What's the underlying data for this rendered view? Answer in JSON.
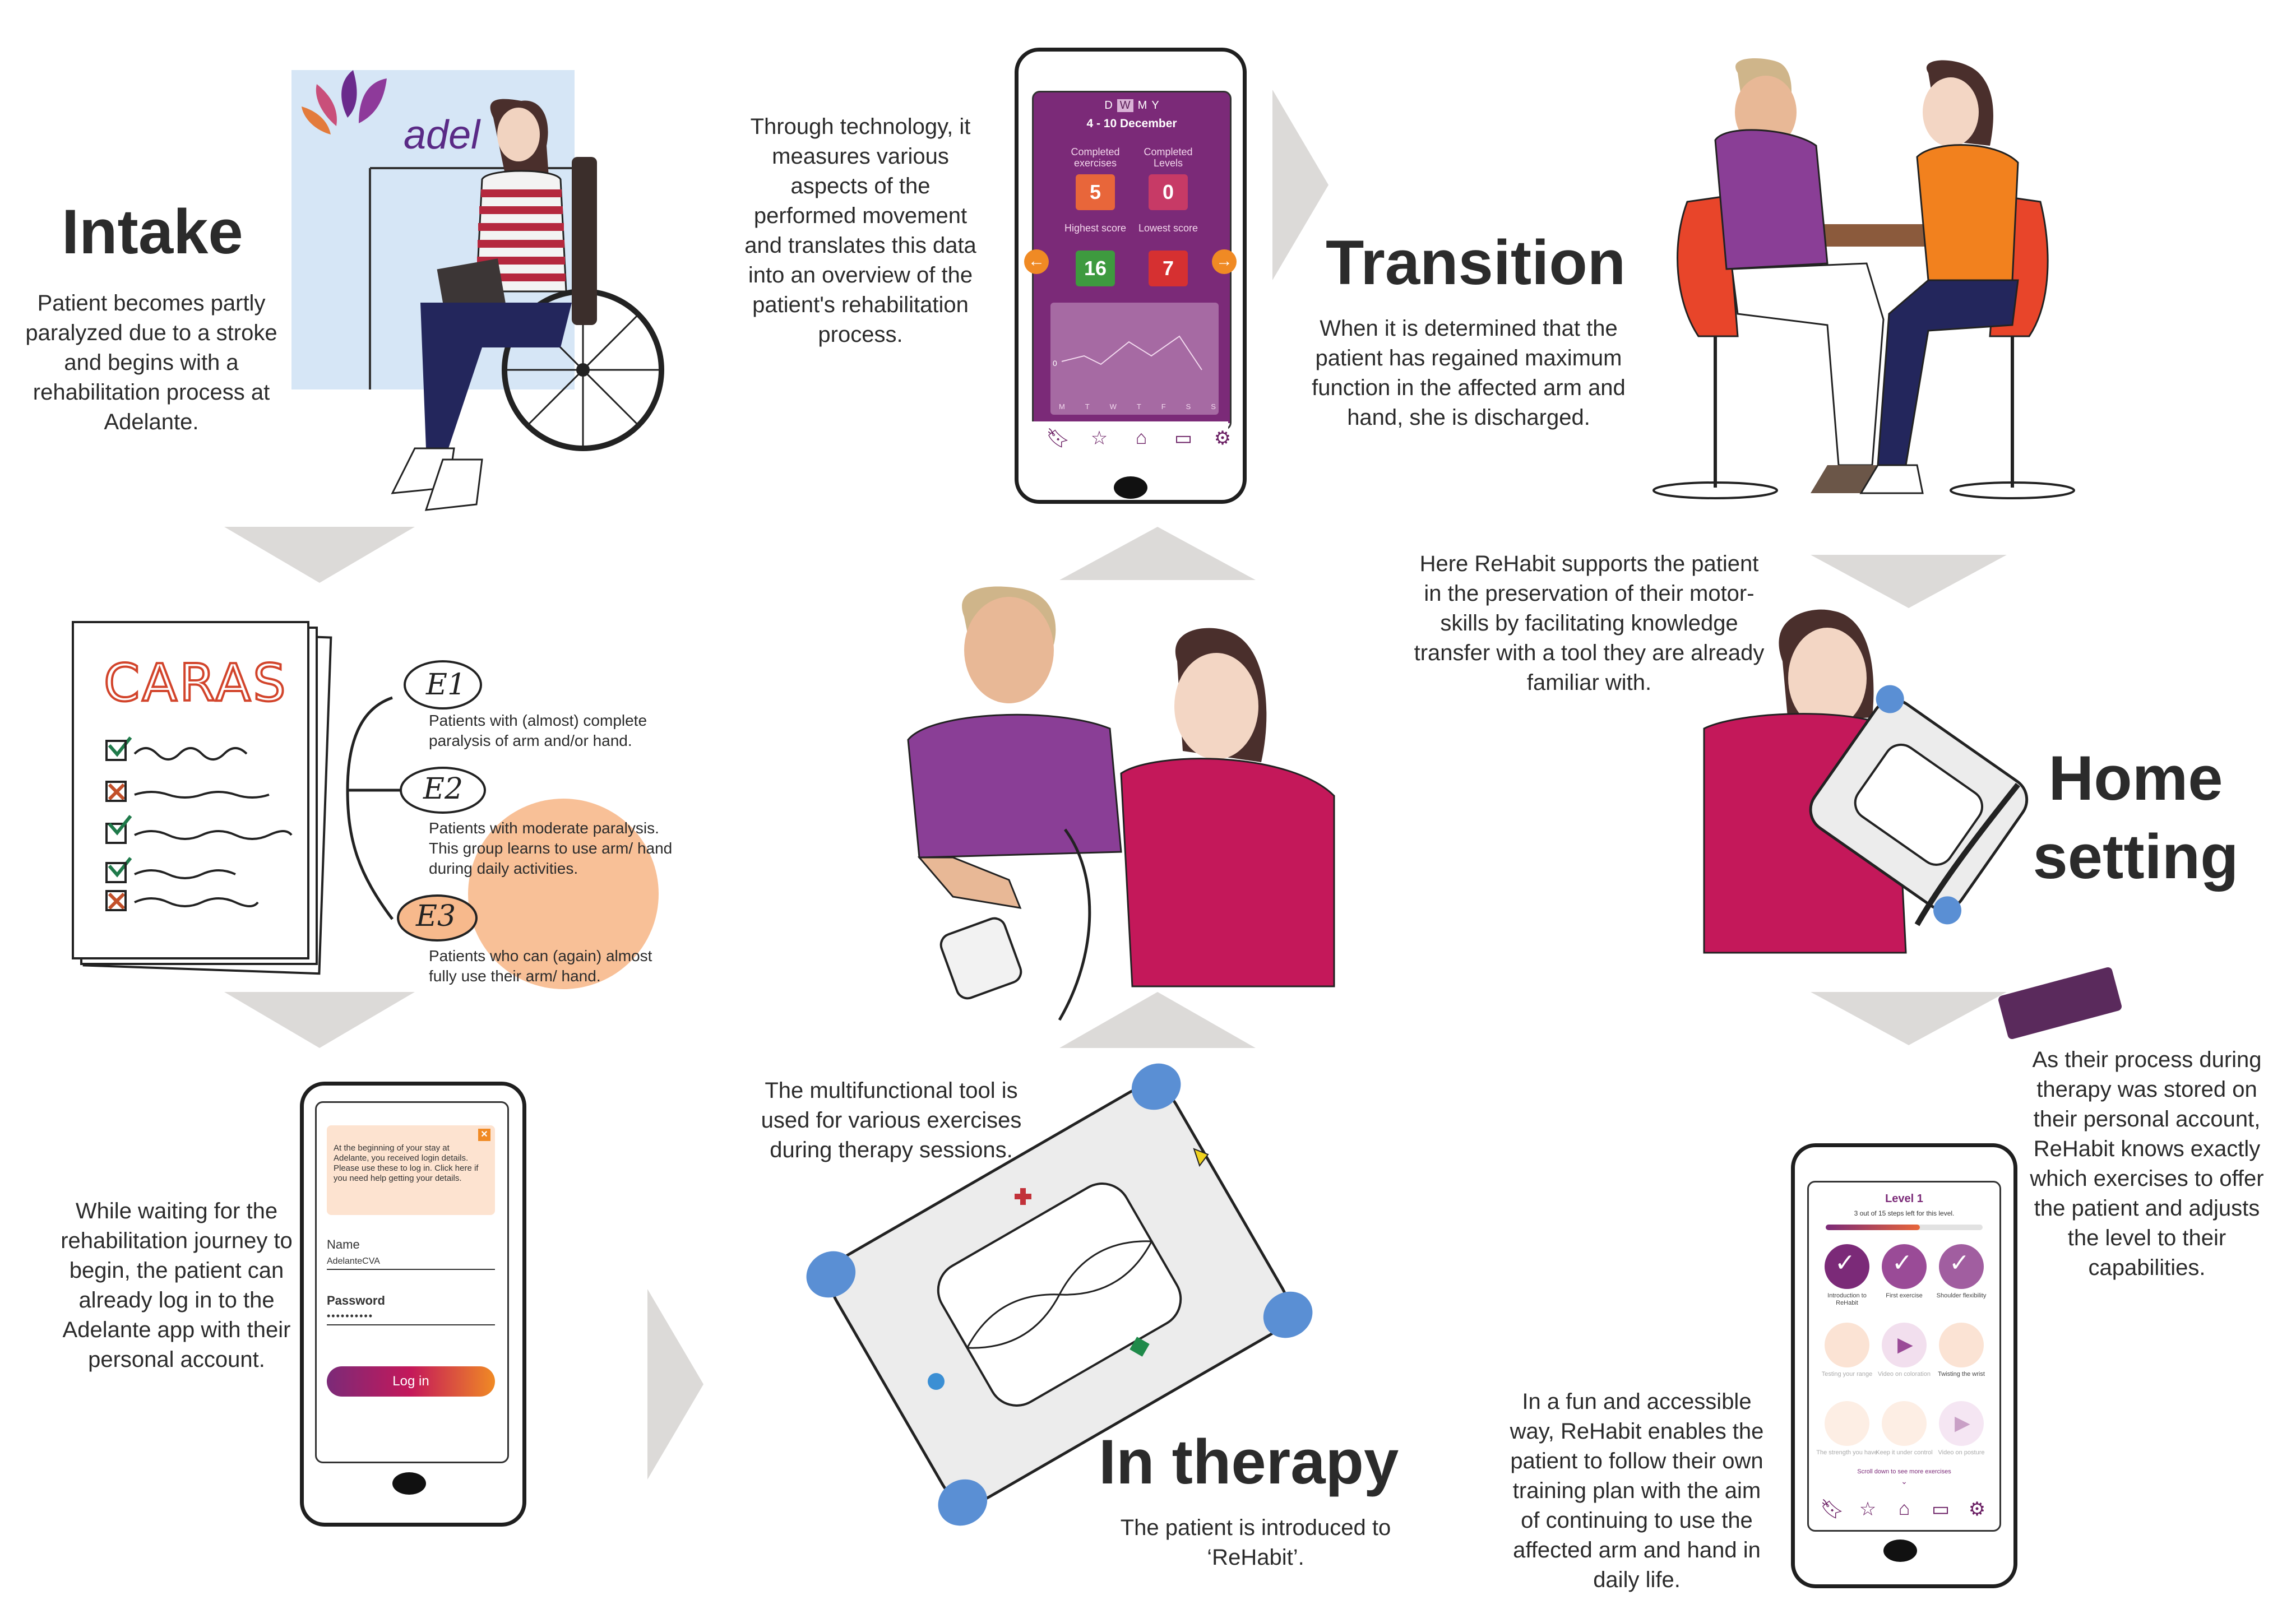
{
  "sections": {
    "intake": {
      "title": "Intake",
      "text": "Patient becomes partly paralyzed due to a stroke and begins with a rehabilitation process at Adelante.",
      "sign": "adel"
    },
    "caras": {
      "title": "CARAS",
      "groups": [
        {
          "label": "E1",
          "text": "Patients with (almost) complete paralysis of arm and/or hand."
        },
        {
          "label": "E2",
          "text": "Patients with moderate paralysis. This group learns to use arm/ hand during daily activities."
        },
        {
          "label": "E3",
          "text": "Patients who can (again) almost fully use their arm/ hand."
        }
      ]
    },
    "login": {
      "text": "While waiting for the rehabilitation journey to begin, the patient can already log in to the Adelante app with their personal account.",
      "notice": "At the beginning of your stay at Adelante, you received login details. Please use these to log in. Click here if you need help getting your details.",
      "name_label": "Name",
      "name_value": "AdelanteCVA",
      "password_label": "Password",
      "password_value": "••••••••••",
      "button_label": "Log in"
    },
    "stats": {
      "text": "Through technology, it measures various aspects of the performed movement and translates this data into an overview of the patient's rehabilitation process.",
      "period_tabs": [
        "D",
        "W",
        "M",
        "Y"
      ],
      "active_tab": "W",
      "date_range": "4 - 10 December",
      "completed_exercises_label": "Completed exercises",
      "completed_exercises": "5",
      "completed_levels_label": "Completed Levels",
      "completed_levels": "0",
      "highest_score_label": "Highest score",
      "highest_score": "16",
      "lowest_score_label": "Lowest score",
      "lowest_score": "7",
      "chart_zero": "0",
      "days": [
        "M",
        "T",
        "W",
        "T",
        "F",
        "S",
        "S"
      ]
    },
    "transition": {
      "title": "Transition",
      "text": "When it is determined that the patient has regained maximum function in the affected arm and hand, she is discharged."
    },
    "home": {
      "title_line1": "Home",
      "title_line2": "setting",
      "text": "Here ReHabit supports the patient in the preservation of their motor-skills by facilitating knowledge transfer with a tool they are already familiar with."
    },
    "therapy": {
      "title": "In therapy",
      "text": "The patient is introduced to ‘ReHabit’.",
      "tool_text": "The multifunctional tool is used for various exercises during therapy sessions."
    },
    "account": {
      "text": "As their process during therapy was stored on their personal account, ReHabit knows exactly which exercises to offer the patient and adjusts the level to their capabilities."
    },
    "daily": {
      "text": "In a fun and accessible way, ReHabit enables the patient to follow their own training plan with the aim of continuing to use the affected arm and hand in daily life.",
      "level_title": "Level 1",
      "level_sub": "3 out of 15 steps left for this level.",
      "items": [
        "Introduction to ReHabit",
        "First exercise",
        "Shoulder flexibility",
        "Testing your range",
        "Video on coloration",
        "Twisting the wrist",
        "The strength you have",
        "Keep it under control",
        "Video on posture"
      ],
      "scroll_hint": "Scroll down to see more exercises"
    }
  },
  "colors": {
    "purple": "#7b2a78",
    "magenta": "#c4185a",
    "orange": "#f08a24",
    "arrow": "#dcdad8"
  }
}
